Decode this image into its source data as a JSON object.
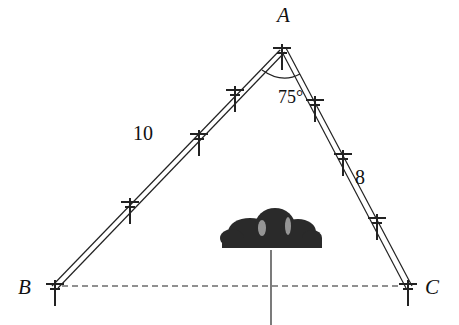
{
  "diagram": {
    "labels": [
      "A",
      "B",
      "C",
      "75°",
      "10",
      "8"
    ]
  }
}
